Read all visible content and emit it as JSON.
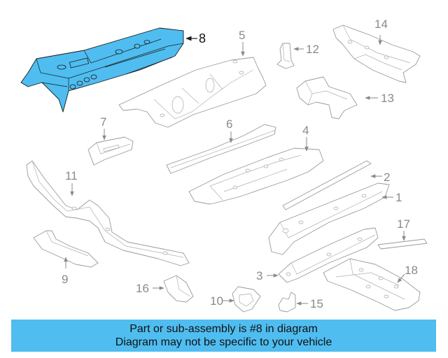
{
  "diagram": {
    "callouts": [
      "1",
      "2",
      "3",
      "4",
      "5",
      "6",
      "7",
      "8",
      "9",
      "10",
      "11",
      "12",
      "13",
      "14",
      "15",
      "16",
      "17",
      "18"
    ],
    "highlighted_part": "8",
    "colors": {
      "highlight": "#4fbdf0",
      "line": "#9a9a9a",
      "caption_bg": "#4fbdf0"
    }
  },
  "caption": {
    "line1": "Part or sub-assembly is #8 in diagram",
    "line2": "Diagram may not be specific to your vehicle"
  }
}
